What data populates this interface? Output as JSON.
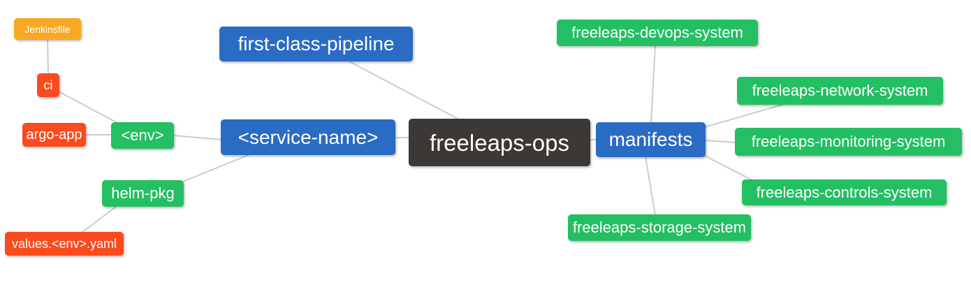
{
  "diagram": {
    "nodes": {
      "jenkinsfile": {
        "label": "Jenkinsfile",
        "color": "#f9a826"
      },
      "ci": {
        "label": "ci",
        "color": "#f94b1d"
      },
      "argo_app": {
        "label": "argo-app",
        "color": "#f94b1d"
      },
      "env": {
        "label": "<env>",
        "color": "#23bf62"
      },
      "helm_pkg": {
        "label": "helm-pkg",
        "color": "#23bf62"
      },
      "values_env_yaml": {
        "label": "values.<env>.yaml",
        "color": "#f94b1d"
      },
      "first_class_pipeline": {
        "label": "first-class-pipeline",
        "color": "#2a6bc4"
      },
      "service_name": {
        "label": "<service-name>",
        "color": "#2a6bc4"
      },
      "freeleaps_ops": {
        "label": "freeleaps-ops",
        "color": "#3b3835"
      },
      "manifests": {
        "label": "manifests",
        "color": "#2a6bc4"
      },
      "devops_system": {
        "label": "freeleaps-devops-system",
        "color": "#23bf62"
      },
      "network_system": {
        "label": "freeleaps-network-system",
        "color": "#23bf62"
      },
      "monitoring_system": {
        "label": "freeleaps-monitoring-system",
        "color": "#23bf62"
      },
      "controls_system": {
        "label": "freeleaps-controls-system",
        "color": "#23bf62"
      },
      "storage_system": {
        "label": "freeleaps-storage-system",
        "color": "#23bf62"
      }
    },
    "edges": [
      {
        "from": "Jenkinsfile",
        "to": "ci"
      },
      {
        "from": "ci",
        "to": "<env>"
      },
      {
        "from": "argo-app",
        "to": "<env>"
      },
      {
        "from": "<env>",
        "to": "<service-name>"
      },
      {
        "from": "helm-pkg",
        "to": "<service-name>"
      },
      {
        "from": "values.<env>.yaml",
        "to": "helm-pkg"
      },
      {
        "from": "first-class-pipeline",
        "to": "freeleaps-ops"
      },
      {
        "from": "<service-name>",
        "to": "freeleaps-ops"
      },
      {
        "from": "freeleaps-ops",
        "to": "manifests"
      },
      {
        "from": "manifests",
        "to": "freeleaps-devops-system"
      },
      {
        "from": "manifests",
        "to": "freeleaps-network-system"
      },
      {
        "from": "manifests",
        "to": "freeleaps-monitoring-system"
      },
      {
        "from": "manifests",
        "to": "freeleaps-controls-system"
      },
      {
        "from": "manifests",
        "to": "freeleaps-storage-system"
      }
    ],
    "colors": {
      "blue": "#2a6bc4",
      "green": "#23bf62",
      "red": "#f94b1d",
      "orange": "#f9a826",
      "dark": "#3b3835",
      "line": "#cccccc",
      "background": "#ffffff"
    }
  }
}
